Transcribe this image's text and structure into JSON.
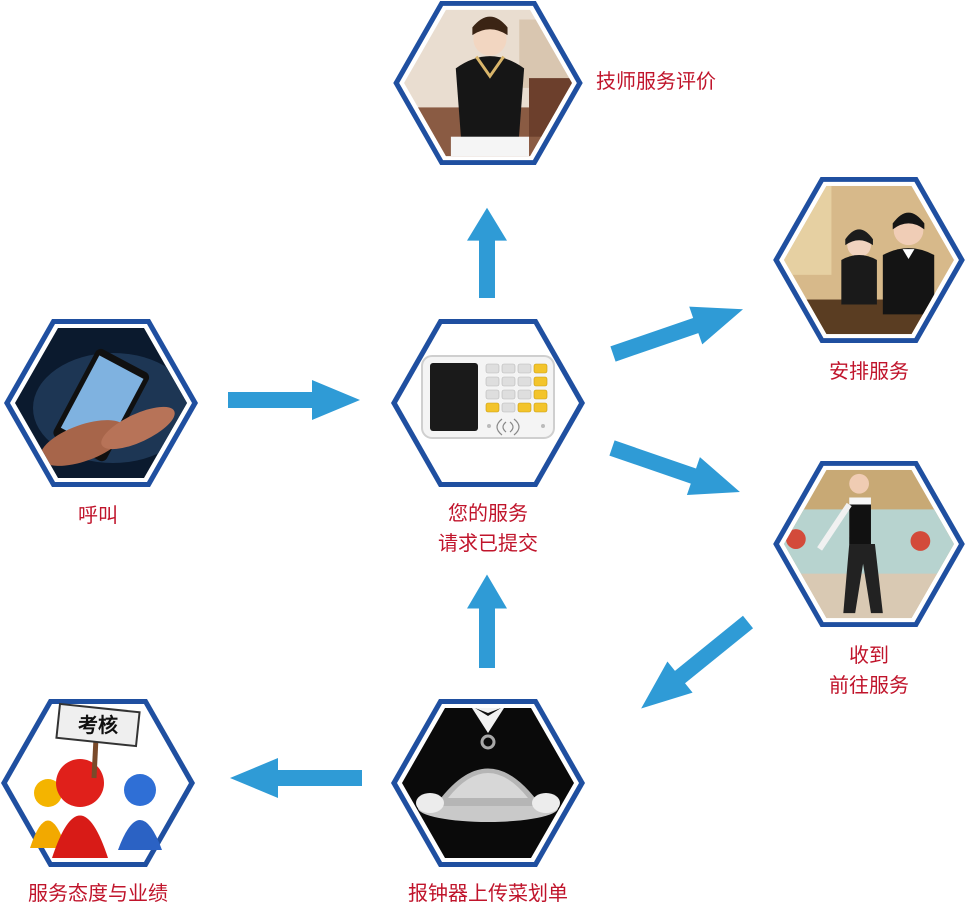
{
  "colors": {
    "hex_border": "#1f4fa0",
    "hex_inner": "#ffffff",
    "arrow": "#2f9bd6",
    "label": "#c0142b"
  },
  "nodes": {
    "call": {
      "label": "呼叫"
    },
    "submit": {
      "label_line1": "您的服务",
      "label_line2": "请求已提交"
    },
    "rating": {
      "label": "技师服务评价"
    },
    "arrange": {
      "label": "安排服务"
    },
    "receive": {
      "label_line1": "收到",
      "label_line2": "前往服务"
    },
    "upload": {
      "label": "报钟器上传菜划单"
    },
    "assess": {
      "label": "服务态度与业绩",
      "sign_text": "考核"
    }
  }
}
